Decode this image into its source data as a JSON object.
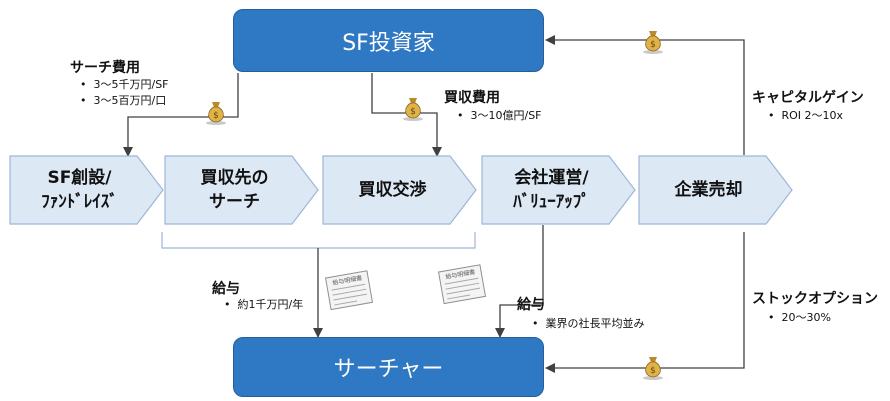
{
  "nodes": {
    "investor": "SF投資家",
    "searcher": "サーチャー"
  },
  "stages": [
    {
      "line1": "SF創設/",
      "line2": "ﾌｧﾝﾄﾞﾚｲｽﾞ"
    },
    {
      "line1": "買収先の",
      "line2": "サーチ"
    },
    {
      "line1": "買収交渉",
      "line2": ""
    },
    {
      "line1": "会社運営/",
      "line2": "ﾊﾞﾘｭｰｱｯﾌﾟ"
    },
    {
      "line1": "企業売却",
      "line2": ""
    }
  ],
  "labels": {
    "search_cost": {
      "title": "サーチ費用",
      "items": [
        "3～5千万円/SF",
        "3～5百万円/口"
      ]
    },
    "acquisition_cost": {
      "title": "買収費用",
      "items": [
        "3～10億円/SF"
      ]
    },
    "capital_gain": {
      "title": "キャピタルゲイン",
      "items": [
        "ROI 2～10x"
      ]
    },
    "salary_search": {
      "title": "給与",
      "items": [
        "約1千万円/年"
      ]
    },
    "salary_operation": {
      "title": "給与",
      "items": [
        "業界の社長平均並み"
      ]
    },
    "stock_option": {
      "title": "ストックオプション",
      "items": [
        "20～30%"
      ]
    }
  },
  "icons": {
    "money_bag": "money-bag-icon",
    "pay_slip": "pay-slip-icon"
  },
  "pay_slip_text": "給与明細書",
  "colors": {
    "box_fill": "#2f78c4",
    "chevron_fill": "#dde8f5",
    "chevron_stroke": "#9db7d6",
    "arrow": "#404040"
  }
}
